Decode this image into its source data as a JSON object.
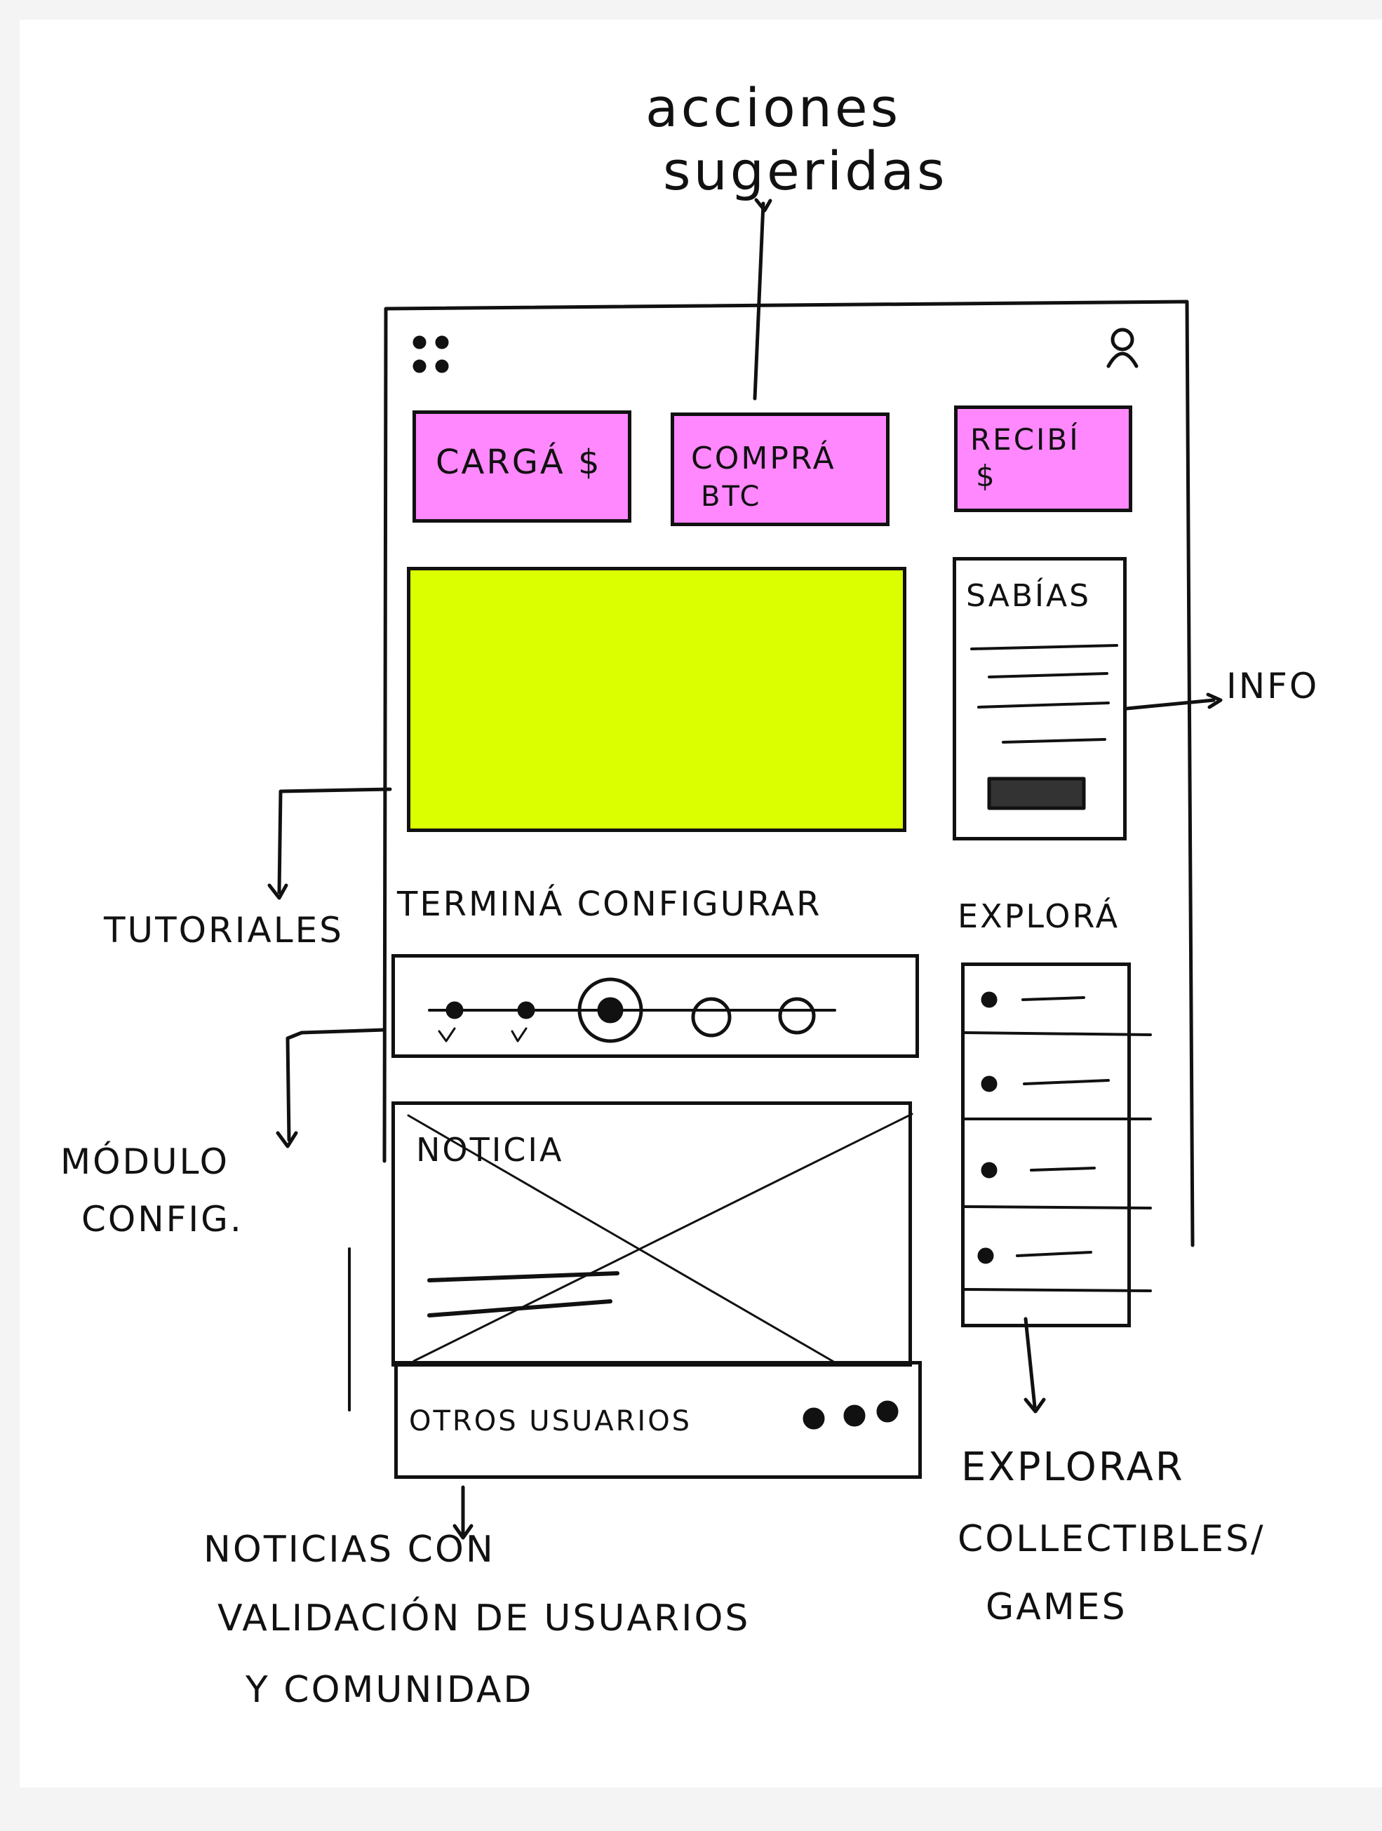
{
  "colors": {
    "paper": "#ffffff",
    "ink": "#111111",
    "action_fill": "#ff88ff",
    "video_fill": "#dcff00"
  },
  "annotations": {
    "suggested_actions": [
      "acciones",
      "sugeridas"
    ],
    "info": "INFO",
    "tutorials": "TUTORIALES",
    "config_module": [
      "MÓDULO",
      "CONFIG."
    ],
    "news": [
      "NOTICIAS CON",
      "VALIDACIÓN DE USUARIOS",
      "Y COMUNIDAD"
    ],
    "explore": [
      "EXPLORAR",
      "COLLECTIBLES/",
      "GAMES"
    ]
  },
  "app": {
    "menu_icon": "grid-dots-icon",
    "user_icon": "user-icon",
    "actions": [
      {
        "label": [
          "CARGÁ $"
        ]
      },
      {
        "label": [
          "COMPRÁ",
          "BTC"
        ]
      },
      {
        "label": [
          "RECIBÍ",
          "$"
        ]
      }
    ],
    "video_icon": "play-icon",
    "info_card_title": "SABÍAS",
    "setup_title": "TERMINÁ CONFIGURAR",
    "setup_steps": [
      "done",
      "done",
      "current",
      "pending",
      "pending"
    ],
    "explore_title": "EXPLORÁ",
    "explore_items": 4,
    "news_title": "NOTICIA",
    "news_footer": "OTROS USUARIOS",
    "avatars_icon": "avatars-icon"
  }
}
